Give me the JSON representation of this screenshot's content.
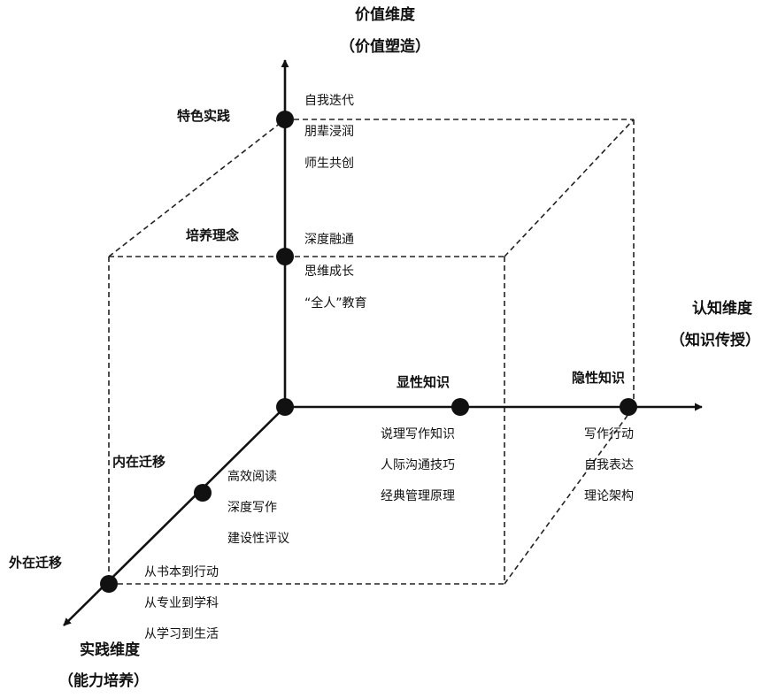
{
  "axes": {
    "value": {
      "title": "价值维度",
      "subtitle": "（价值塑造）"
    },
    "cognitive": {
      "title": "认知维度",
      "subtitle": "（知识传授）"
    },
    "practice": {
      "title": "实践维度",
      "subtitle": "（能力培养）"
    }
  },
  "value_axis": {
    "levels": [
      {
        "label": "特色实践",
        "items": [
          "自我迭代",
          "朋辈浸润",
          "师生共创"
        ]
      },
      {
        "label": "培养理念",
        "items": [
          "深度融通",
          "思维成长",
          "“全人”教育"
        ]
      }
    ]
  },
  "cognitive_axis": {
    "levels": [
      {
        "label": "显性知识",
        "items": [
          "说理写作知识",
          "人际沟通技巧",
          "经典管理原理"
        ]
      },
      {
        "label": "隐性知识",
        "items": [
          "写作行动",
          "自我表达",
          "理论架构"
        ]
      }
    ]
  },
  "practice_axis": {
    "levels": [
      {
        "label": "内在迁移",
        "items": [
          "高效阅读",
          "深度写作",
          "建设性评议"
        ]
      },
      {
        "label": "外在迁移",
        "items": [
          "从书本到行动",
          "从专业到学科",
          "从学习到生活"
        ]
      }
    ]
  }
}
